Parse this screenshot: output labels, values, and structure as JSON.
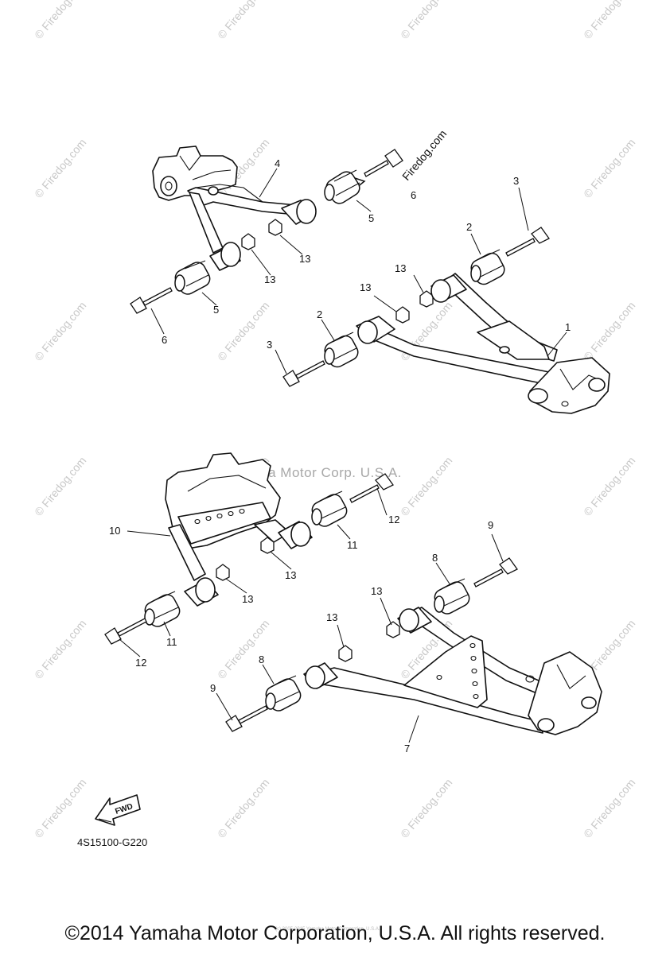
{
  "diagram": {
    "diagram_code": "4S15100-G220",
    "fwd_label": "FWD",
    "callouts": [
      "1",
      "2",
      "3",
      "4",
      "5",
      "6",
      "7",
      "8",
      "9",
      "10",
      "11",
      "12",
      "13"
    ],
    "ghost_text": "Yamaha Motor Corp. U.S.A.",
    "fine_print": "(c) 2005-2015 Yamaha Motor Corporation, U.S.A."
  },
  "watermark": {
    "text": "Firedog.com",
    "symbol": "©"
  },
  "footer": {
    "copyright": "©2014 Yamaha Motor Corporation, U.S.A. All rights reserved."
  },
  "colors": {
    "line": "#111111",
    "watermark": "#c8c8c8",
    "background": "#ffffff"
  }
}
